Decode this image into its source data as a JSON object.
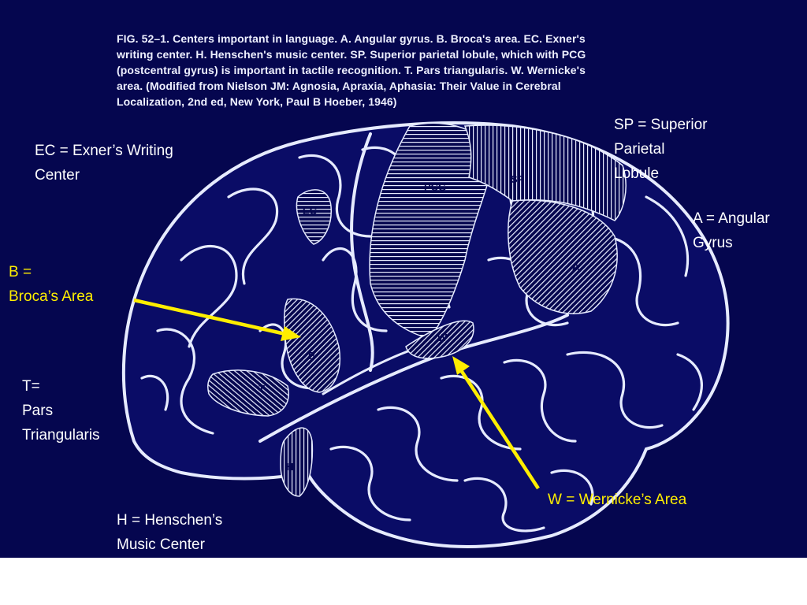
{
  "figure": {
    "caption_lines": [
      "FIG. 52–1. Centers important in language. A. Angular gyrus. B. Broca's area. EC. Exner's",
      "writing center. H. Henschen's music center. SP. Superior parietal lobule, which with PCG",
      "(postcentral gyrus) is important in tactile recognition. T. Pars triangularis. W. Wernicke's",
      "area. (Modified from Nielson JM: Agnosia, Apraxia, Aphasia: Their Value in Cerebral",
      "Localization, 2nd ed, New York, Paul B Hoeber, 1946)"
    ],
    "region_tags": {
      "ec": "EC",
      "pcg": "PCG",
      "sp": "SP",
      "a": "A",
      "b": "B",
      "w": "W",
      "t": "T",
      "h": "H"
    }
  },
  "labels": {
    "sp": [
      "SP = Superior",
      "Parietal",
      "Lobule"
    ],
    "ec": [
      "EC = Exner’s Writing",
      "Center"
    ],
    "a": [
      "A = Angular",
      "Gyrus"
    ],
    "b": [
      "B =",
      "Broca’s Area"
    ],
    "t": [
      "T=",
      "Pars",
      "Triangularis"
    ],
    "h": [
      "H = Henschen’s",
      "Music Center"
    ],
    "w": [
      "W = Wernicke’s Area"
    ]
  },
  "colors": {
    "background": "#05064f",
    "label_text": "#ffffff",
    "arrow": "#ffee00"
  }
}
